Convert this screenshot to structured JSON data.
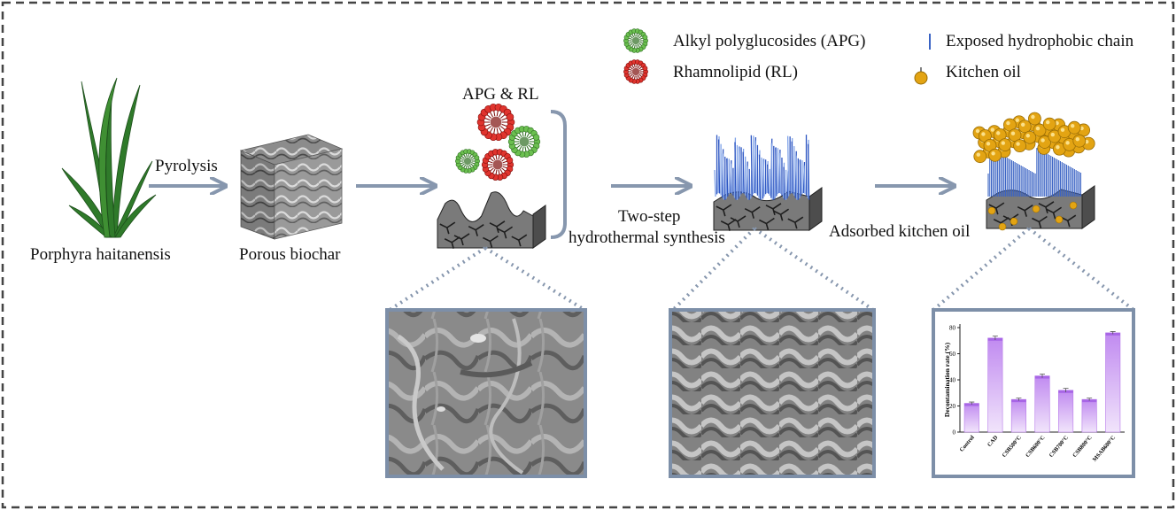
{
  "legend": {
    "apg": "Alkyl polyglucosides (APG)",
    "rl": "Rhamnolipid (RL)",
    "chain": "Exposed hydrophobic chain",
    "oil": "Kitchen oil"
  },
  "labels": {
    "plant": "Porphyra haitanensis",
    "pyrolysis": "Pyrolysis",
    "biochar": "Porous biochar",
    "apg_rl": "APG & RL",
    "two_step_1": "Two-step",
    "two_step_2": "hydrothermal synthesis",
    "adsorbed": "Adsorbed kitchen oil"
  },
  "colors": {
    "arrow": "#8797ae",
    "frame": "#7d8fa8",
    "apg": "#4f9a3c",
    "rl": "#c0201c",
    "oil": "#e3a413",
    "chain": "#3a63c4",
    "rock": "#707070",
    "bar": "#c88ef0"
  },
  "chart_data": {
    "type": "bar",
    "ylabel": "Decontamination rate (%)",
    "xlabel": "",
    "ylim": [
      0,
      80
    ],
    "yticks": [
      0,
      20,
      40,
      60,
      80
    ],
    "categories": [
      "Control",
      "CAD",
      "CSB500°C",
      "CSB600°C",
      "CSB700°C",
      "CSB800°C",
      "MSAB600°C"
    ],
    "values": [
      22,
      72,
      25,
      43,
      32,
      25,
      76
    ],
    "errors": [
      1,
      1.5,
      1,
      1.5,
      1.5,
      1,
      1
    ]
  }
}
